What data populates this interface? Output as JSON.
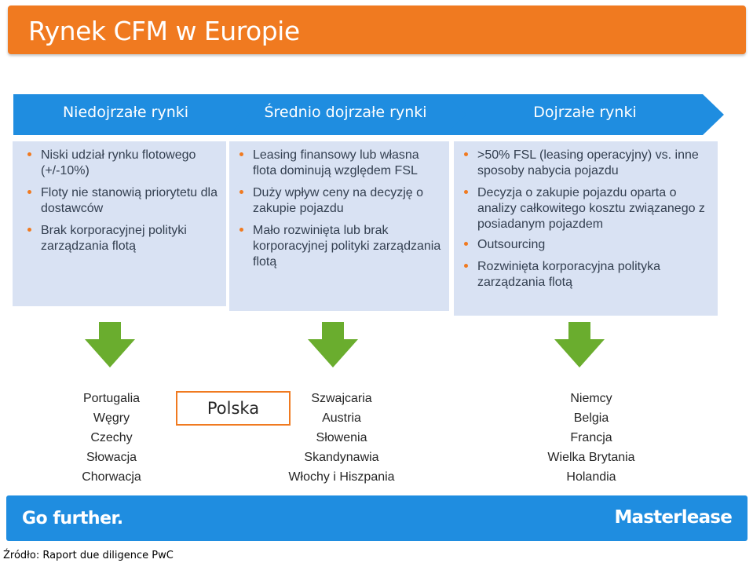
{
  "title": "Rynek CFM w Europie",
  "colors": {
    "orange": "#f07a20",
    "blue": "#1f8de0",
    "box_bg": "#d9e2f3",
    "arrow_green": "#6aad2e"
  },
  "stages": [
    {
      "label": "Niedojrzałe rynki"
    },
    {
      "label": "Średnio dojrzałe rynki"
    },
    {
      "label": "Dojrzałe rynki"
    }
  ],
  "columns": [
    {
      "bullets": [
        "Niski udział rynku flotowego (+/-10%)",
        "Floty nie stanowią priorytetu dla dostawców",
        "Brak korporacyjnej polityki zarządzania flotą"
      ]
    },
    {
      "bullets": [
        "Leasing finansowy lub własna flota dominują względem FSL",
        "Duży wpływ ceny na decyzję o zakupie pojazdu",
        "Mało rozwinięta lub brak korporacyjnej polityki zarządzania flotą"
      ]
    },
    {
      "bullets": [
        ">50% FSL (leasing operacyjny) vs. inne sposoby nabycia pojazdu",
        "Decyzja o zakupie pojazdu oparta o analizy całkowitego kosztu związanego z posiadanym pojazdem",
        "Outsourcing",
        "Rozwinięta korporacyjna polityka zarządzania flotą"
      ]
    }
  ],
  "countries": {
    "group1": [
      "Portugalia",
      "Węgry",
      "Czechy",
      "Słowacja",
      "Chorwacja"
    ],
    "highlight": "Polska",
    "group2": [
      "Szwajcaria",
      "Austria",
      "Słowenia",
      "Skandynawia",
      "Włochy i Hiszpania"
    ],
    "group3": [
      "Niemcy",
      "Belgia",
      "Francja",
      "Wielka Brytania",
      "Holandia"
    ]
  },
  "footer": {
    "slogan": "Go further.",
    "brand": "Masterlease"
  },
  "source": "Źródło: Raport due diligence PwC"
}
